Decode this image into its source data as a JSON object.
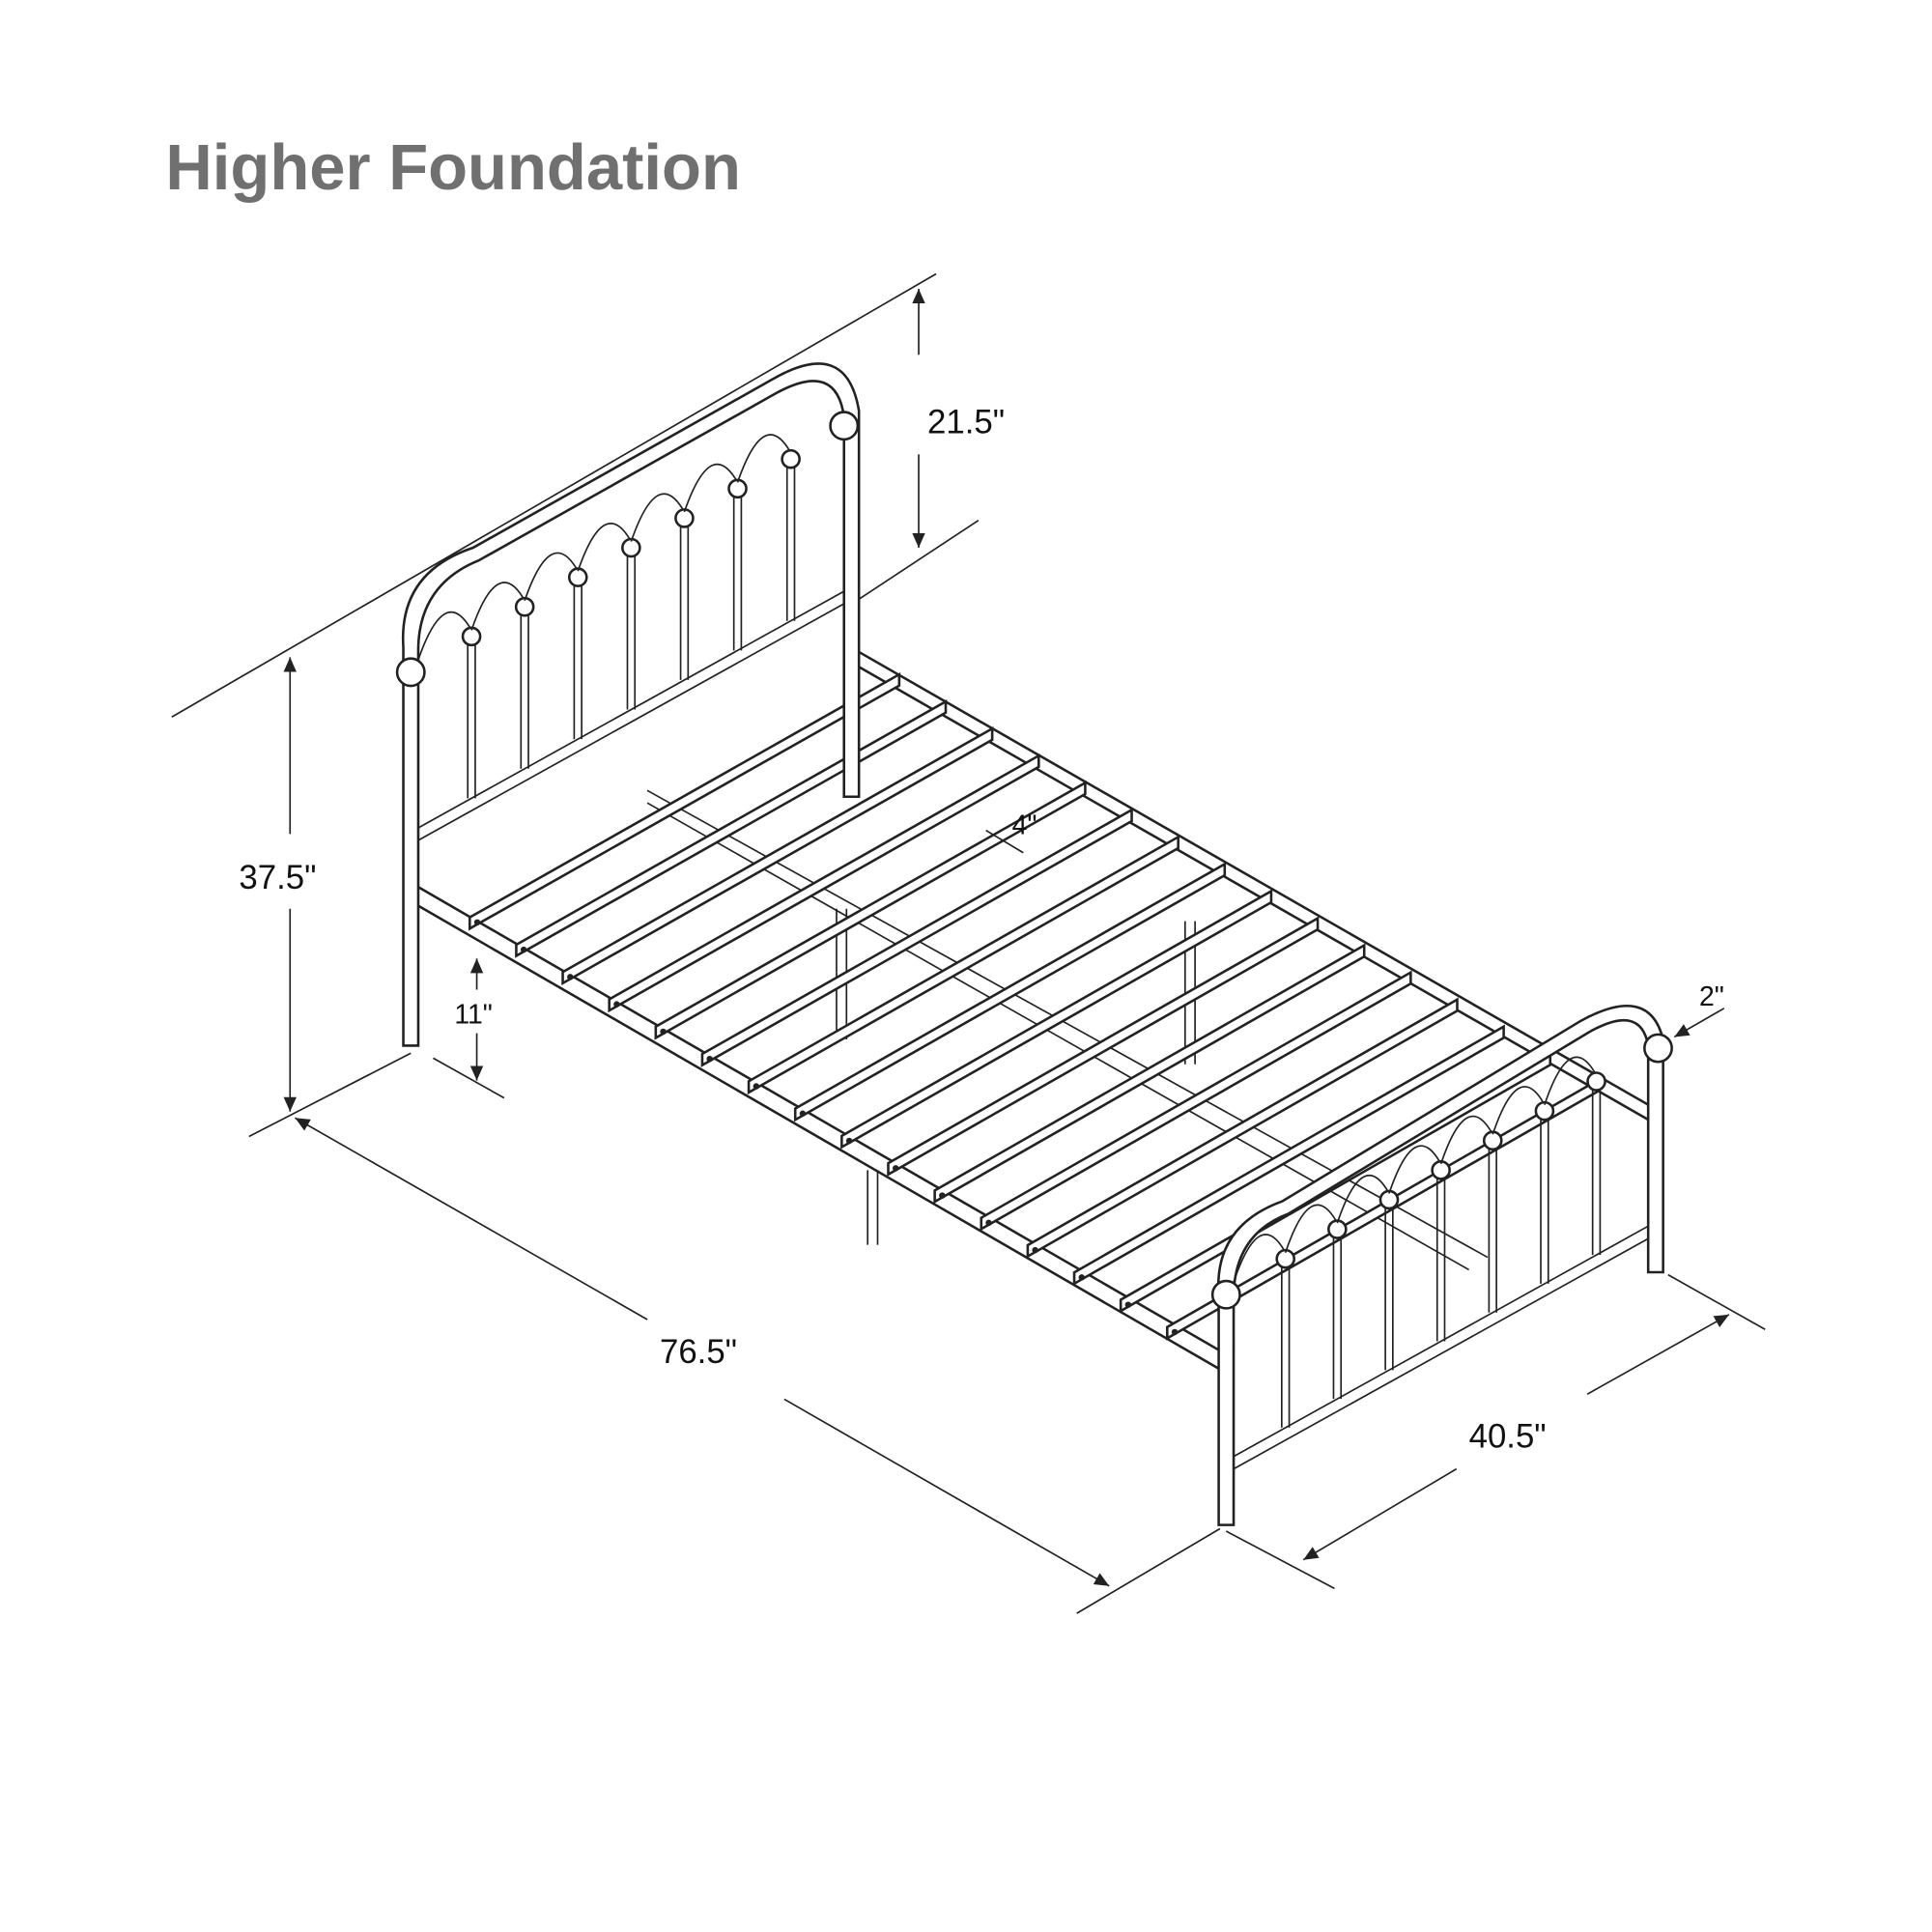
{
  "title": "Higher Foundation",
  "dimensions": {
    "headboard_above_rail": "21.5\"",
    "total_height": "37.5\"",
    "ground_clearance": "11\"",
    "slat_spacing": "4\"",
    "post_diameter": "2\"",
    "length": "76.5\"",
    "width": "40.5\""
  },
  "slat_count": 16,
  "colors": {
    "title": "#707070",
    "line": "#222222"
  }
}
